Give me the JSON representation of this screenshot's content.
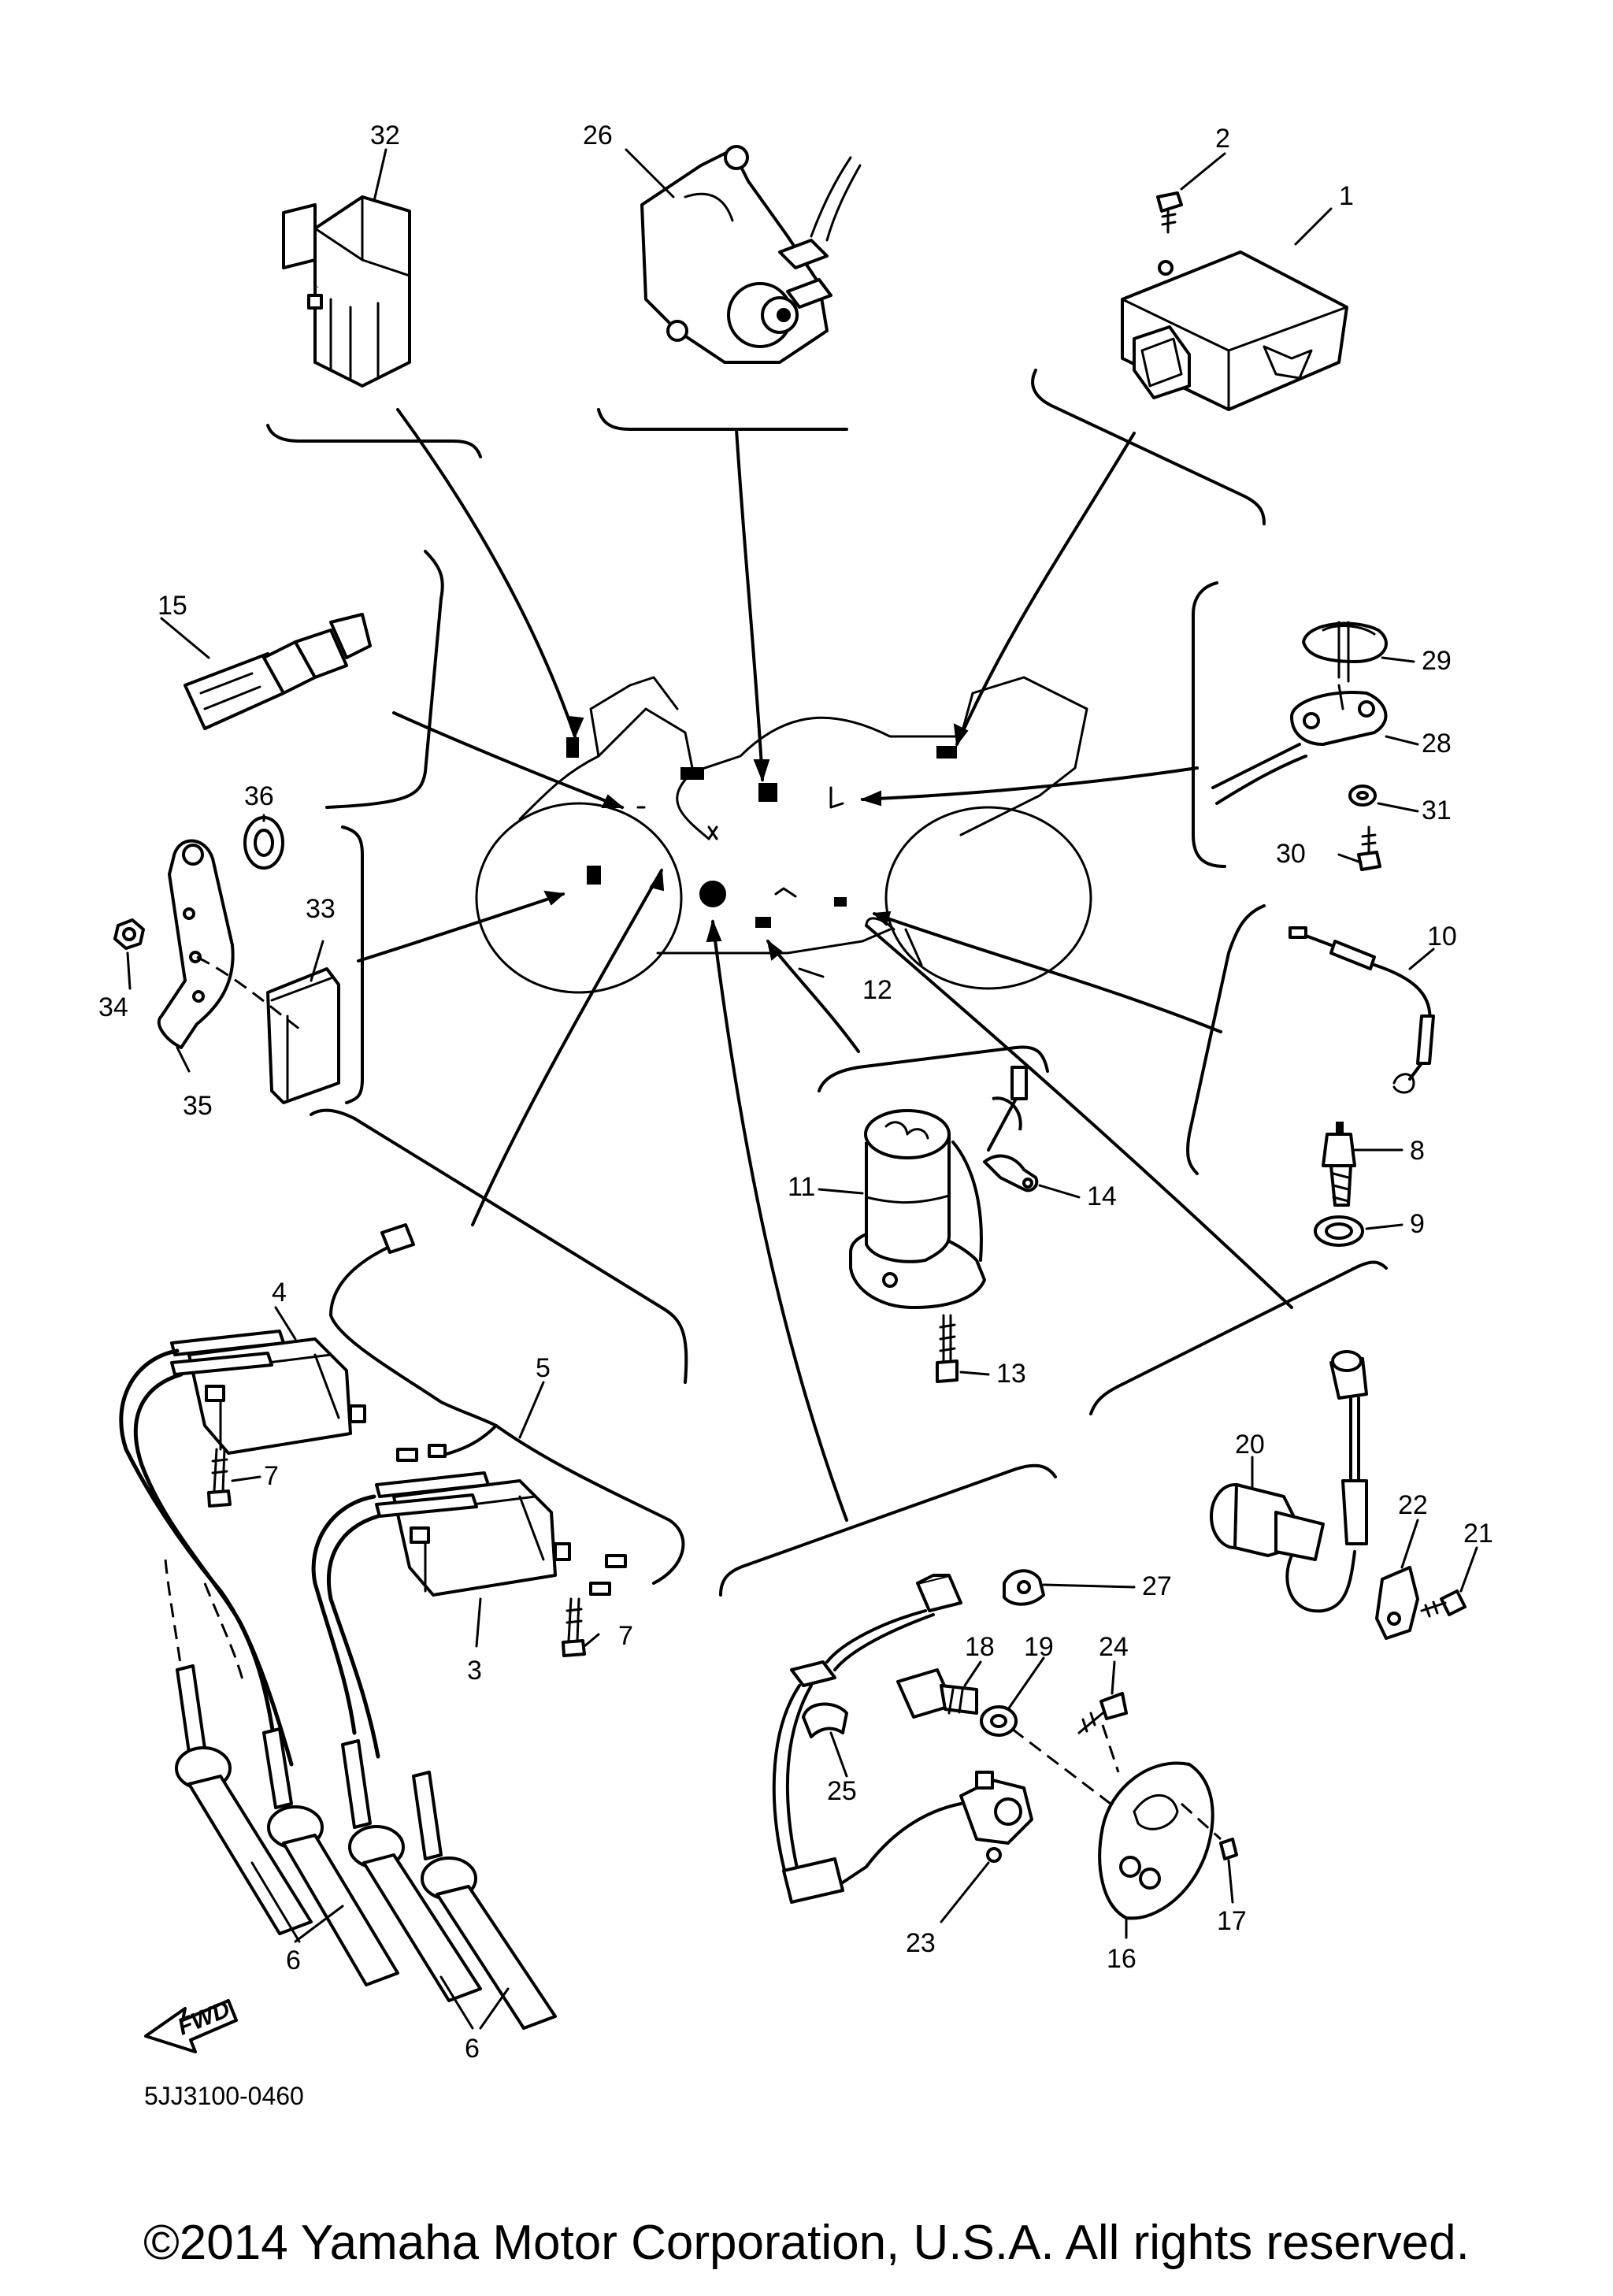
{
  "diagram": {
    "part_code": "5JJ3100-0460",
    "copyright": "©2014 Yamaha Motor Corporation, U.S.A. All rights reserved.",
    "fwd_label": "FWD",
    "callouts": [
      {
        "id": "1",
        "label": "1"
      },
      {
        "id": "2",
        "label": "2"
      },
      {
        "id": "3",
        "label": "3"
      },
      {
        "id": "4",
        "label": "4"
      },
      {
        "id": "5",
        "label": "5"
      },
      {
        "id": "6a",
        "label": "6"
      },
      {
        "id": "6b",
        "label": "6"
      },
      {
        "id": "7a",
        "label": "7"
      },
      {
        "id": "7b",
        "label": "7"
      },
      {
        "id": "8",
        "label": "8"
      },
      {
        "id": "9",
        "label": "9"
      },
      {
        "id": "10",
        "label": "10"
      },
      {
        "id": "11",
        "label": "11"
      },
      {
        "id": "12",
        "label": "12"
      },
      {
        "id": "13",
        "label": "13"
      },
      {
        "id": "14",
        "label": "14"
      },
      {
        "id": "15",
        "label": "15"
      },
      {
        "id": "16",
        "label": "16"
      },
      {
        "id": "17",
        "label": "17"
      },
      {
        "id": "18",
        "label": "18"
      },
      {
        "id": "19",
        "label": "19"
      },
      {
        "id": "20",
        "label": "20"
      },
      {
        "id": "21",
        "label": "21"
      },
      {
        "id": "22",
        "label": "22"
      },
      {
        "id": "23",
        "label": "23"
      },
      {
        "id": "24",
        "label": "24"
      },
      {
        "id": "25",
        "label": "25"
      },
      {
        "id": "26",
        "label": "26"
      },
      {
        "id": "27",
        "label": "27"
      },
      {
        "id": "28",
        "label": "28"
      },
      {
        "id": "29",
        "label": "29"
      },
      {
        "id": "30",
        "label": "30"
      },
      {
        "id": "31",
        "label": "31"
      },
      {
        "id": "32",
        "label": "32"
      },
      {
        "id": "33",
        "label": "33"
      },
      {
        "id": "34",
        "label": "34"
      },
      {
        "id": "35",
        "label": "35"
      },
      {
        "id": "36",
        "label": "36"
      }
    ]
  }
}
